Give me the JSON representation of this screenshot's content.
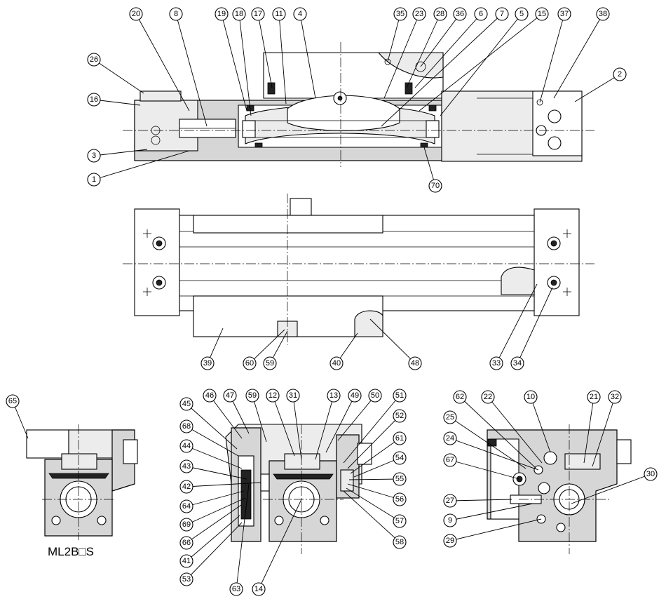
{
  "model_label": "ML2B□S",
  "callouts": {
    "c20": "20",
    "c8": "8",
    "c19": "19",
    "c18": "18",
    "c17": "17",
    "c11": "11",
    "c4": "4",
    "c35": "35",
    "c23": "23",
    "c28": "28",
    "c36": "36",
    "c6": "6",
    "c7": "7",
    "c5": "5",
    "c15": "15",
    "c37": "37",
    "c38": "38",
    "c26": "26",
    "c16": "16",
    "c2": "2",
    "c3": "3",
    "c1": "1",
    "c70": "70",
    "c39": "39",
    "c60": "60",
    "c59a": "59",
    "c40": "40",
    "c48": "48",
    "c33": "33",
    "c34": "34",
    "c65": "65",
    "c45": "45",
    "c46": "46",
    "c47": "47",
    "c59b": "59",
    "c12": "12",
    "c31": "31",
    "c13": "13",
    "c49": "49",
    "c50": "50",
    "c51": "51",
    "c52": "52",
    "c61": "61",
    "c54": "54",
    "c55": "55",
    "c56": "56",
    "c57": "57",
    "c58": "58",
    "c68": "68",
    "c44": "44",
    "c43": "43",
    "c42": "42",
    "c64": "64",
    "c69": "69",
    "c66": "66",
    "c41": "41",
    "c53": "53",
    "c63": "63",
    "c14": "14",
    "c62": "62",
    "c22": "22",
    "c10": "10",
    "c21": "21",
    "c32": "32",
    "c25": "25",
    "c24": "24",
    "c67": "67",
    "c30": "30",
    "c27": "27",
    "c9": "9",
    "c29": "29"
  }
}
